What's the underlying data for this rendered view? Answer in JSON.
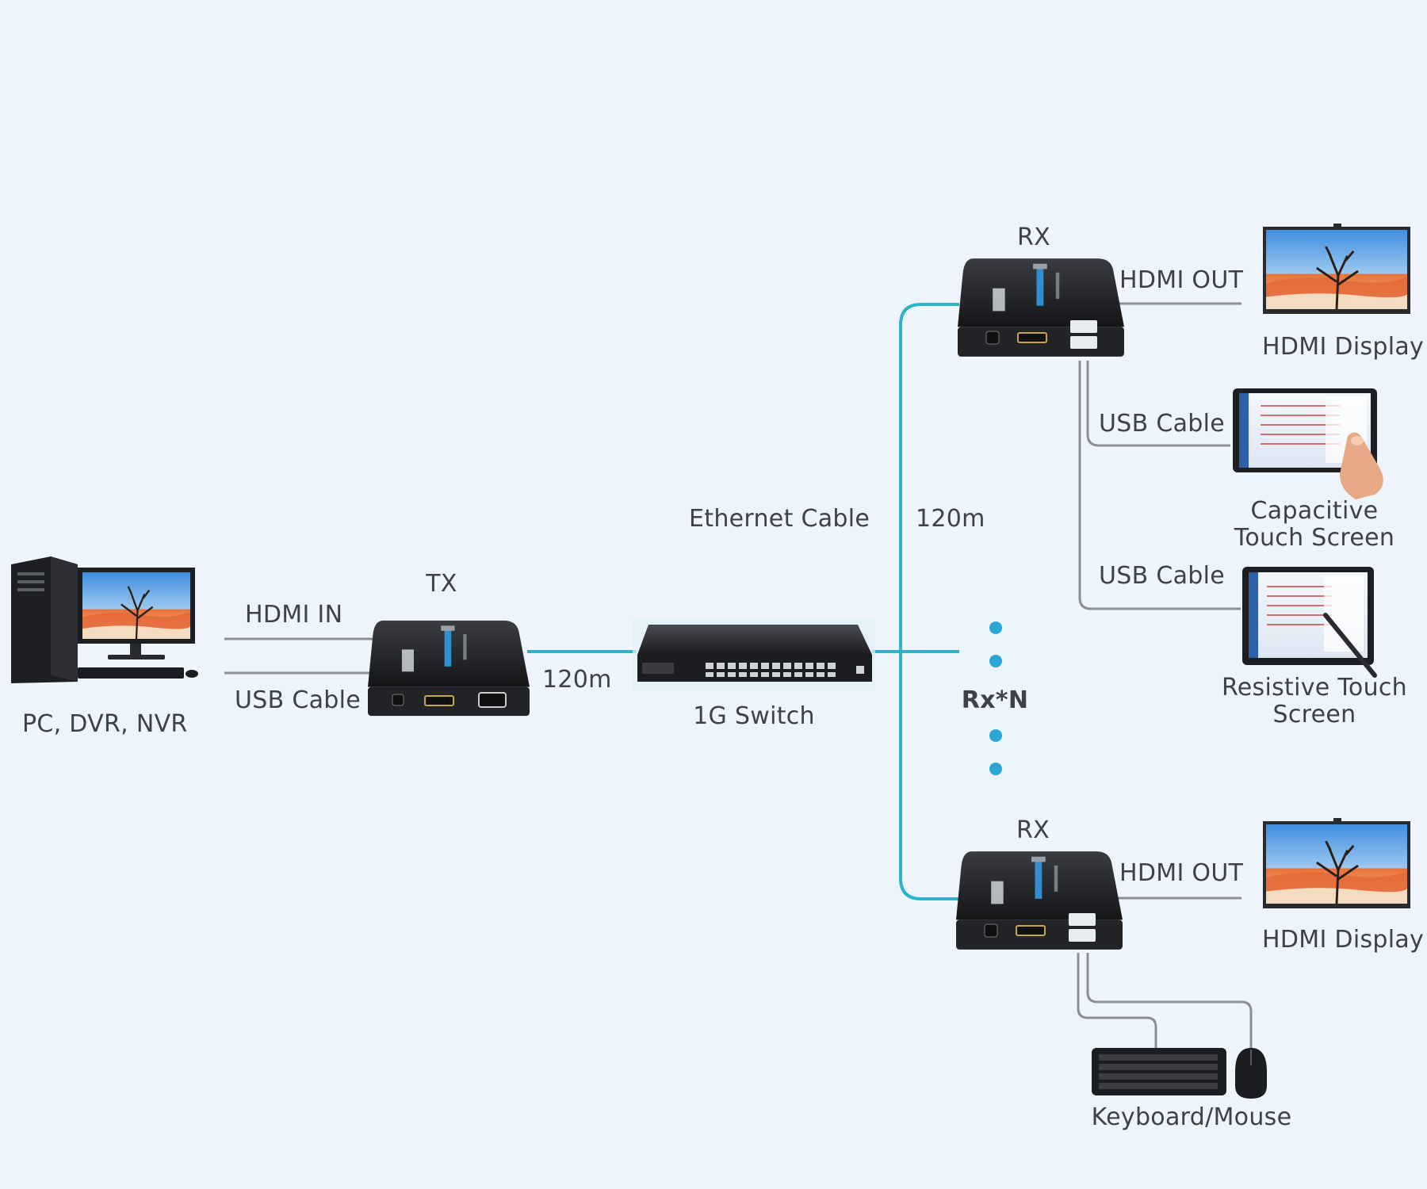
{
  "colors": {
    "background": "#eef4fb",
    "ethernet": "#2fb3c9",
    "cable_gray": "#8a8f95",
    "dot_blue": "#2aa7d6",
    "device_black": "#1c1d20",
    "text": "#3d4249"
  },
  "source": {
    "label": "PC, DVR, NVR"
  },
  "tx": {
    "title": "TX",
    "hdmi_in_label": "HDMI  IN",
    "usb_label": "USB Cable",
    "distance": "120m"
  },
  "switch": {
    "label": "1G Switch"
  },
  "ethernet": {
    "label": "Ethernet Cable",
    "distance": "120m"
  },
  "rx_count_label": "Rx*N",
  "rx_top": {
    "title": "RX",
    "hdmi_out_label": "HDMI  OUT",
    "display_label": "HDMI  Display",
    "usb1_label": "USB Cable",
    "touch1_label": "Capacitive Touch Screen",
    "usb2_label": "USB Cable",
    "touch2_label": "Resistive Touch Screen"
  },
  "rx_bottom": {
    "title": "RX",
    "hdmi_out_label": "HDMI  OUT",
    "display_label": "HDMI  Display",
    "peripherals_label": "Keyboard/Mouse"
  },
  "icons": [
    "pc-tower-icon",
    "monitor-icon",
    "keyboard-icon",
    "mouse-icon",
    "tx-extender-icon",
    "network-switch-icon",
    "rx-extender-icon",
    "hdmi-display-icon",
    "touch-screen-icon",
    "finger-icon",
    "stylus-icon"
  ]
}
